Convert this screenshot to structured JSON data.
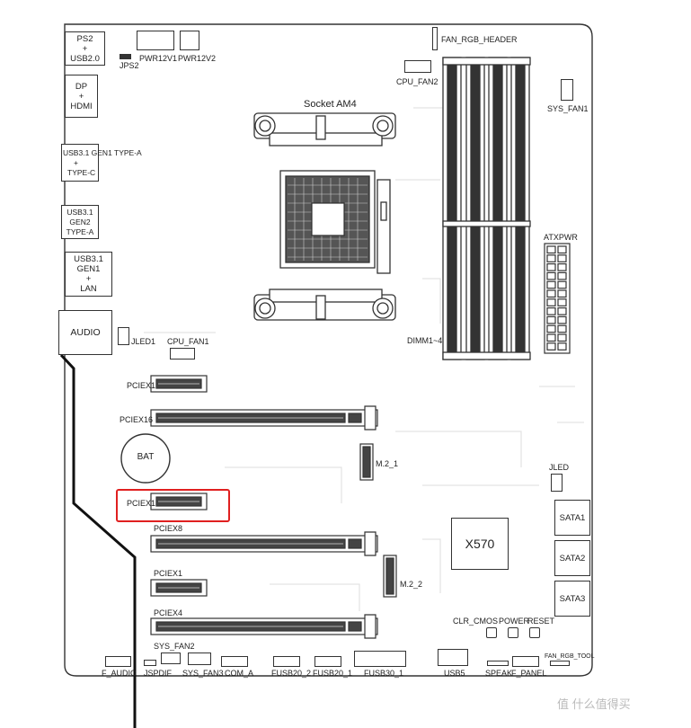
{
  "io_ports": {
    "ps2": [
      "PS2",
      "+",
      "USB2.0"
    ],
    "dp": [
      "DP",
      "+",
      "HDMI"
    ],
    "usb31a": [
      "USB3.1 GEN1 TYPE-A",
      "+",
      "TYPE-C"
    ],
    "usb31b": [
      "USB3.1 GEN2",
      "TYPE-A"
    ],
    "usb31c": [
      "USB3.1 GEN1",
      "+",
      "LAN"
    ],
    "audio": "AUDIO"
  },
  "labels": {
    "jps2": "JPS2",
    "pwr12v1": "PWR12V1",
    "pwr12v2": "PWR12V2",
    "fan_rgb_header": "FAN_RGB_HEADER",
    "cpu_fan2": "CPU_FAN2",
    "sys_fan1": "SYS_FAN1",
    "socket": "Socket AM4",
    "atxpwr": "ATXPWR",
    "dimm": "DIMM1~4",
    "jled1": "JLED1",
    "cpu_fan1": "CPU_FAN1",
    "pciex1_a": "PCIEX1",
    "pciex16": "PCIEX16",
    "bat": "BAT",
    "m2_1": "M.2_1",
    "jled": "JLED",
    "pciex1_b": "PCIEX1",
    "pciex8": "PCIEX8",
    "sata1": "SATA1",
    "sata2": "SATA2",
    "sata3": "SATA3",
    "x570": "X570",
    "pciex1_c": "PCIEX1",
    "m2_2": "M.2_2",
    "pciex4": "PCIEX4",
    "clr_cmos": "CLR_CMOS",
    "power": "POWER",
    "reset": "RESET",
    "sys_fan2": "SYS_FAN2",
    "fan_rgb_tool": "FAN_RGB_TOOL",
    "f_audio": "F_AUDIO",
    "jspdif": "JSPDIF",
    "sys_fan3": "SYS_FAN3",
    "com_a": "COM_A",
    "fusb20_2": "FUSB20_2",
    "fusb20_1": "FUSB20_1",
    "fusb30_1": "FUSB30_1",
    "usb5": "USB5",
    "speak": "SPEAK",
    "f_panel": "F_PANEL"
  },
  "watermark": "值 什么值得买",
  "highlight_color": "#e02020"
}
